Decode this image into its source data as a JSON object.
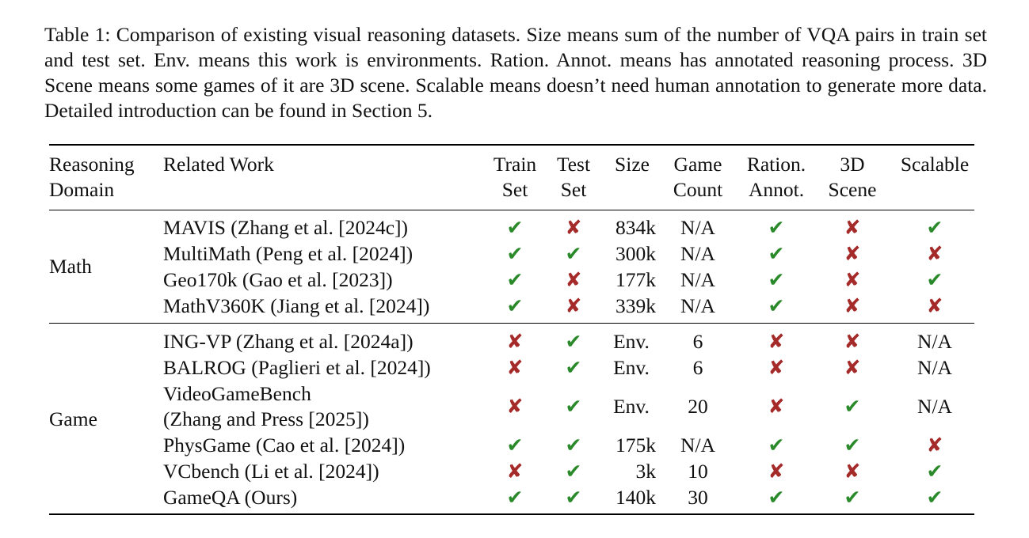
{
  "caption": "Table 1: Comparison of existing visual reasoning datasets. Size means sum of the number of VQA pairs in train set and test set. Env. means this work is environments. Ration. Annot. means has annotated reasoning process. 3D Scene means some games of it are 3D scene. Scalable means doesn’t need human annotation to generate more data. Detailed introduction can be found in Section 5.",
  "headers": {
    "domain_1": "Reasoning",
    "domain_2": "Domain",
    "work": "Related Work",
    "train_1": "Train",
    "train_2": "Set",
    "test_1": "Test",
    "test_2": "Set",
    "size": "Size",
    "game_1": "Game",
    "game_2": "Count",
    "ration_1": "Ration.",
    "ration_2": "Annot.",
    "scene_1": "3D",
    "scene_2": "Scene",
    "scalable": "Scalable"
  },
  "domains": {
    "math": "Math",
    "game": "Game"
  },
  "symbols": {
    "yes": "✔",
    "no": "✘"
  },
  "colors": {
    "yes": "#2a8a2a",
    "no": "#a52a2a"
  },
  "rows": [
    {
      "work": "MAVIS (Zhang et al. [2024c])",
      "train": true,
      "test": false,
      "size": "834k",
      "games": "N/A",
      "ration": true,
      "scene": false,
      "scalable": true
    },
    {
      "work": "MultiMath (Peng et al. [2024])",
      "train": true,
      "test": true,
      "size": "300k",
      "games": "N/A",
      "ration": true,
      "scene": false,
      "scalable": false
    },
    {
      "work": "Geo170k (Gao et al. [2023])",
      "train": true,
      "test": false,
      "size": "177k",
      "games": "N/A",
      "ration": true,
      "scene": false,
      "scalable": true
    },
    {
      "work": "MathV360K (Jiang et al. [2024])",
      "train": true,
      "test": false,
      "size": "339k",
      "games": "N/A",
      "ration": true,
      "scene": false,
      "scalable": false
    },
    {
      "work": "ING-VP (Zhang et al. [2024a])",
      "train": false,
      "test": true,
      "size": "Env.",
      "games": "6",
      "ration": false,
      "scene": false,
      "scalable": "N/A"
    },
    {
      "work": "BALROG (Paglieri et al. [2024])",
      "train": false,
      "test": true,
      "size": "Env.",
      "games": "6",
      "ration": false,
      "scene": false,
      "scalable": "N/A"
    },
    {
      "work": "VideoGameBench",
      "work2": "(Zhang and Press [2025])",
      "train": false,
      "test": true,
      "size": "Env.",
      "games": "20",
      "ration": false,
      "scene": true,
      "scalable": "N/A"
    },
    {
      "work": "PhysGame (Cao et al. [2024])",
      "train": true,
      "test": true,
      "size": "175k",
      "games": "N/A",
      "ration": true,
      "scene": true,
      "scalable": false
    },
    {
      "work": "VCbench (Li et al. [2024])",
      "train": false,
      "test": true,
      "size": "3k",
      "games": "10",
      "ration": false,
      "scene": false,
      "scalable": true
    },
    {
      "work": "GameQA (Ours)",
      "train": true,
      "test": true,
      "size": "140k",
      "games": "30",
      "ration": true,
      "scene": true,
      "scalable": true
    }
  ]
}
